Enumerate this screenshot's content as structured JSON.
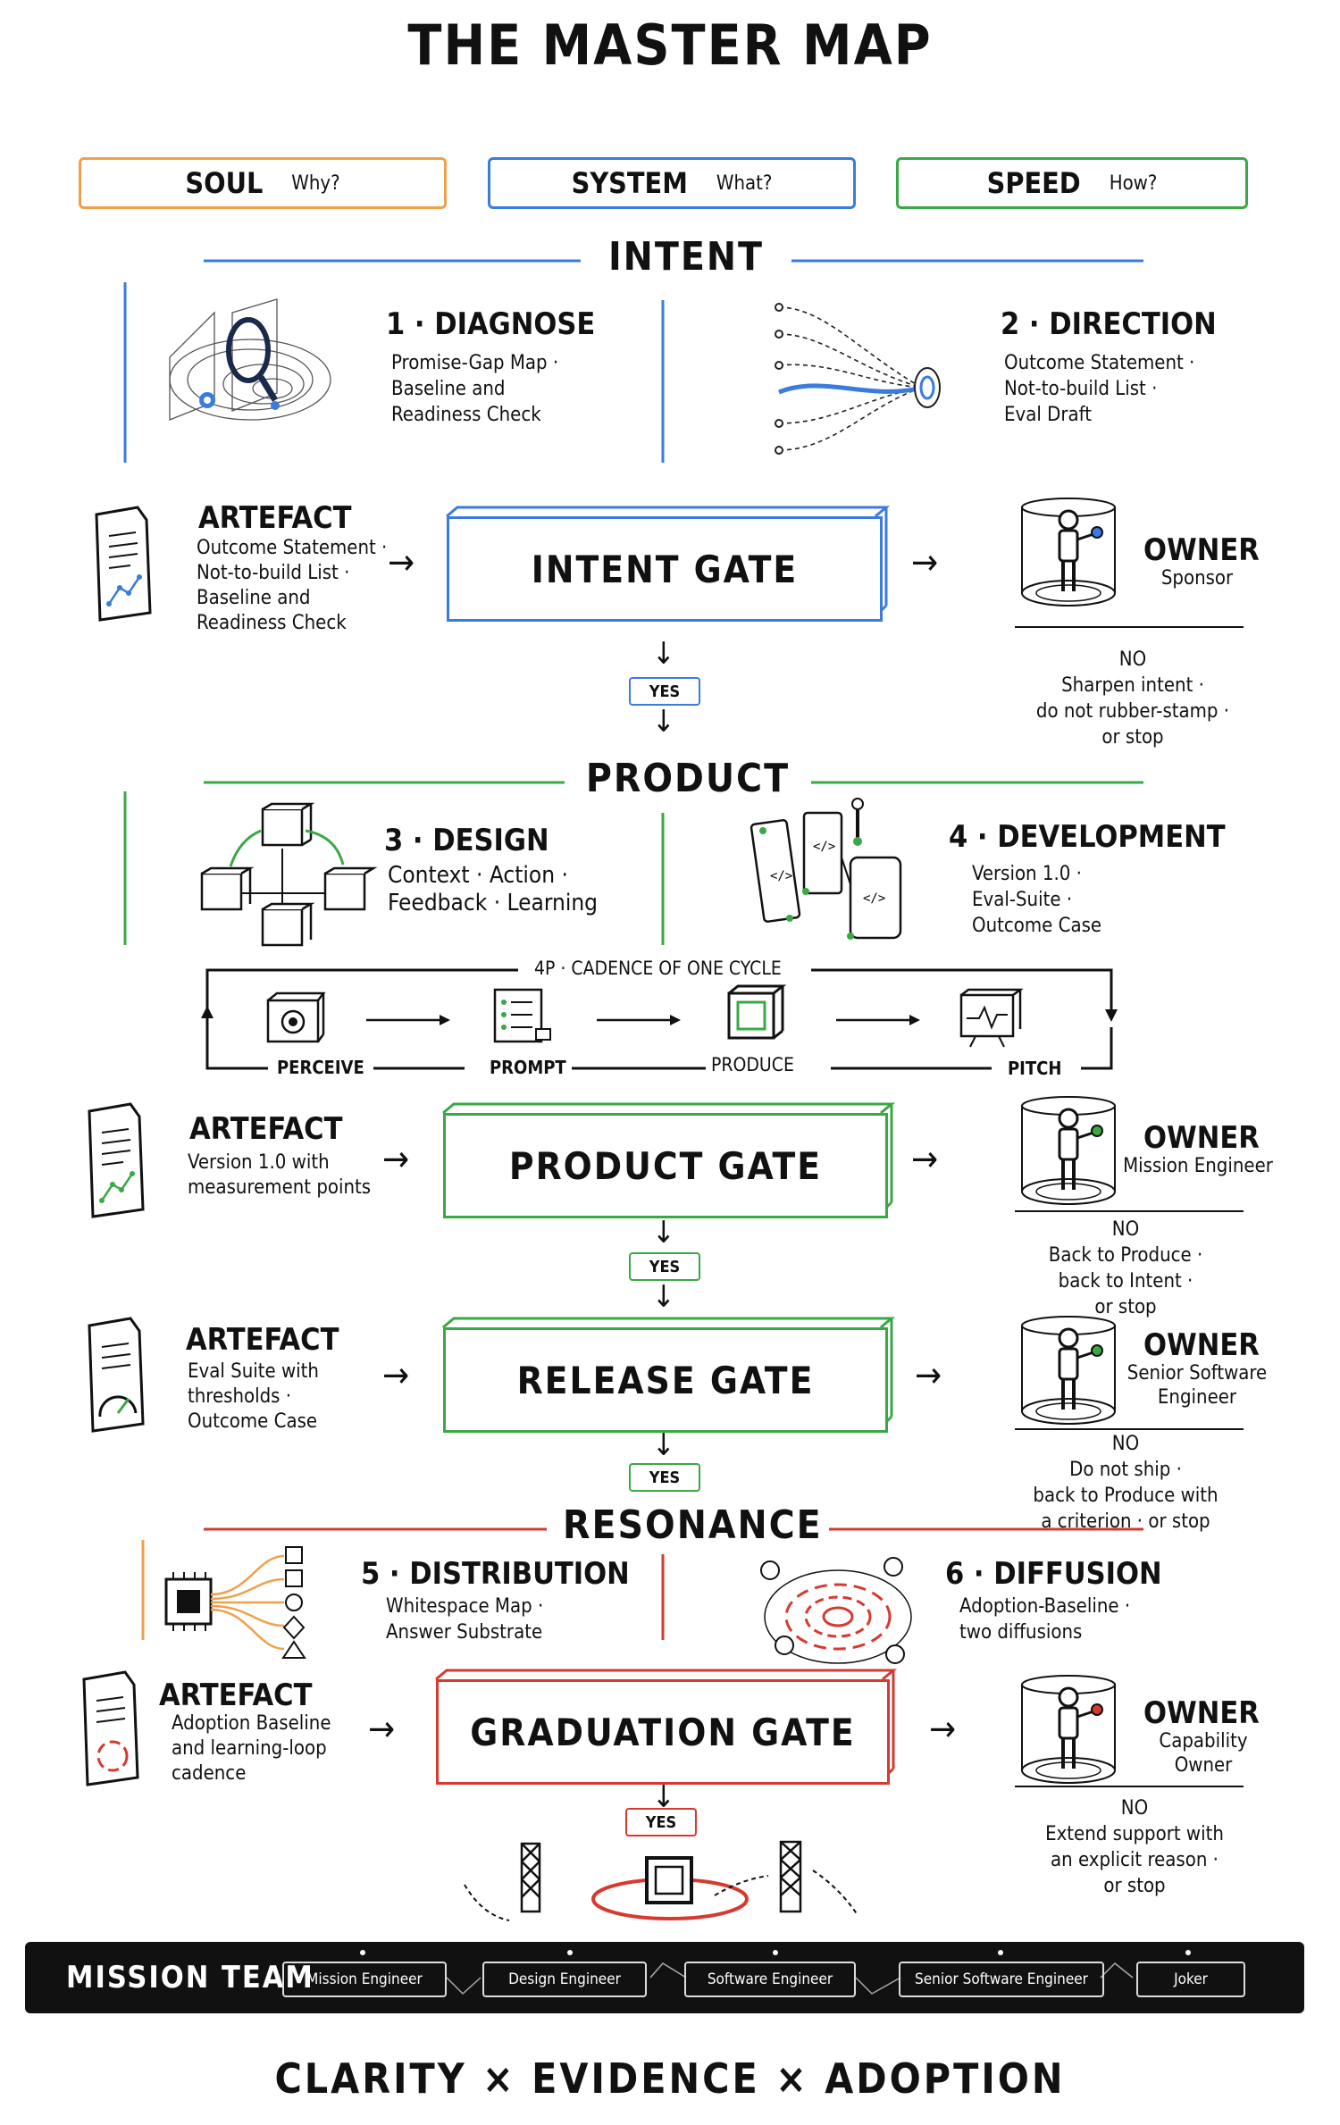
{
  "title": "THE MASTER MAP",
  "pillars": [
    {
      "name": "SOUL",
      "question": "Why?",
      "color": "#f0a04b"
    },
    {
      "name": "SYSTEM",
      "question": "What?",
      "color": "#3a7be0"
    },
    {
      "name": "SPEED",
      "question": "How?",
      "color": "#3aa845"
    }
  ],
  "sections": {
    "intent": {
      "label": "INTENT",
      "color": "#3a7be0"
    },
    "product": {
      "label": "PRODUCT",
      "color": "#3aa845"
    },
    "resonance": {
      "label": "RESONANCE",
      "color": "#d63a2f"
    }
  },
  "steps": [
    {
      "title": "1 · DIAGNOSE",
      "desc": "Promise-Gap Map ·\nBaseline and\nReadiness Check"
    },
    {
      "title": "2 · DIRECTION",
      "desc": "Outcome Statement ·\nNot-to-build List ·\nEval Draft"
    },
    {
      "title": "3 · DESIGN",
      "desc": "Context · Action ·\nFeedback · Learning"
    },
    {
      "title": "4 · DEVELOPMENT",
      "desc": "Version 1.0 ·\nEval-Suite ·\nOutcome Case"
    },
    {
      "title": "5 · DISTRIBUTION",
      "desc": "Whitespace Map ·\nAnswer Substrate"
    },
    {
      "title": "6 · DIFFUSION",
      "desc": "Adoption-Baseline ·\ntwo diffusions"
    }
  ],
  "gates": [
    {
      "name": "INTENT GATE",
      "color": "#3a7be0",
      "artefact_title": "ARTEFACT",
      "artefact_desc": "Outcome Statement ·\nNot-to-build List ·\nBaseline and\nReadiness Check",
      "owner_title": "OWNER",
      "owner_role": "Sponsor",
      "yes": "YES",
      "no": "NO\nSharpen intent ·\ndo not rubber-stamp ·\nor stop"
    },
    {
      "name": "PRODUCT GATE",
      "color": "#3aa845",
      "artefact_title": "ARTEFACT",
      "artefact_desc": "Version 1.0 with\nmeasurement points",
      "owner_title": "OWNER",
      "owner_role": "Mission Engineer",
      "yes": "YES",
      "no": "NO\nBack to Produce ·\nback to Intent ·\nor stop"
    },
    {
      "name": "RELEASE GATE",
      "color": "#3aa845",
      "artefact_title": "ARTEFACT",
      "artefact_desc": "Eval Suite with\nthresholds ·\nOutcome Case",
      "owner_title": "OWNER",
      "owner_role": "Senior Software\nEngineer",
      "yes": "YES",
      "no": "NO\nDo not ship ·\nback to Produce with\na criterion · or stop"
    },
    {
      "name": "GRADUATION GATE",
      "color": "#d63a2f",
      "artefact_title": "ARTEFACT",
      "artefact_desc": "Adoption Baseline\nand learning-loop\ncadence",
      "owner_title": "OWNER",
      "owner_role": "Capability Owner",
      "yes": "YES",
      "no": "NO\nExtend support with\nan explicit reason ·\nor stop"
    }
  ],
  "cycle": {
    "title": "4P · CADENCE OF ONE CYCLE",
    "steps": [
      "PERCEIVE",
      "PROMPT",
      "PRODUCE",
      "PITCH"
    ]
  },
  "team": {
    "title": "MISSION TEAM",
    "members": [
      "Mission Engineer",
      "Design Engineer",
      "Software Engineer",
      "Senior Software Engineer",
      "Joker"
    ]
  },
  "footer": "CLARITY × EVIDENCE × ADOPTION"
}
